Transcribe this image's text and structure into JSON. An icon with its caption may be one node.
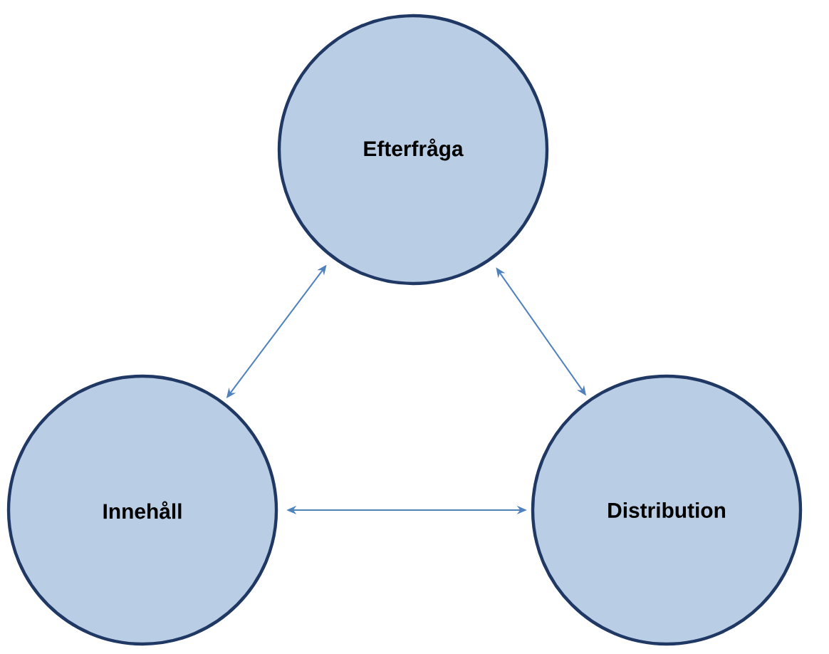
{
  "diagram": {
    "nodes": [
      {
        "text": [
          "Efterfråga"
        ]
      },
      {
        "text": [
          "Innehåll"
        ]
      },
      {
        "text": [
          "Distribution"
        ]
      }
    ],
    "edges": [
      {
        "from": 0,
        "to": 1,
        "arrow": "both"
      },
      {
        "from": 0,
        "to": 2,
        "arrow": "both"
      },
      {
        "from": 1,
        "to": 2,
        "arrow": "both"
      }
    ]
  }
}
